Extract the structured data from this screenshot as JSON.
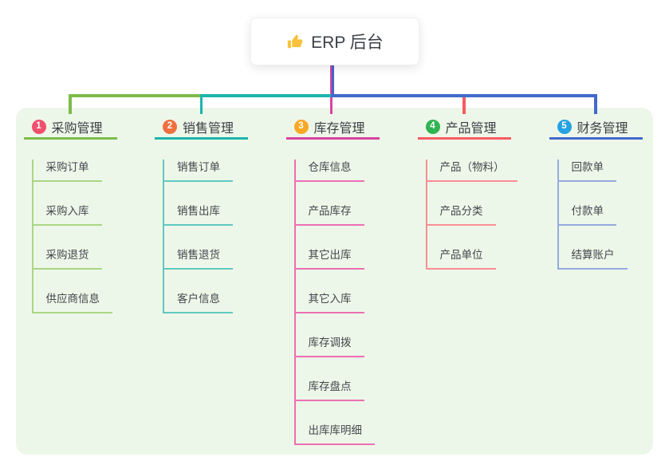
{
  "root": {
    "label": "ERP 后台",
    "icon": "thumbs-up-icon"
  },
  "branches": [
    {
      "num": "1",
      "label": "采购管理",
      "badge_color": "#F0506E",
      "line_color": "#7DBC4B",
      "child_line_color": "#A9D684",
      "children": [
        "采购订单",
        "采购入库",
        "采购退货",
        "供应商信息"
      ]
    },
    {
      "num": "2",
      "label": "销售管理",
      "badge_color": "#F07040",
      "line_color": "#1CB5AC",
      "child_line_color": "#5FC8C0",
      "children": [
        "销售订单",
        "销售出库",
        "销售退货",
        "客户信息"
      ]
    },
    {
      "num": "3",
      "label": "库存管理",
      "badge_color": "#F9A826",
      "line_color": "#D944A1",
      "child_line_color": "#EC6FB2",
      "children": [
        "仓库信息",
        "产品库存",
        "其它出库",
        "其它入库",
        "库存调拨",
        "库存盘点",
        "出库库明细"
      ]
    },
    {
      "num": "4",
      "label": "产品管理",
      "badge_color": "#30B353",
      "line_color": "#F85A60",
      "child_line_color": "#F98E95",
      "children": [
        "产品（物料）",
        "产品分类",
        "产品单位"
      ]
    },
    {
      "num": "5",
      "label": "财务管理",
      "badge_color": "#25A2E1",
      "line_color": "#4269CB",
      "child_line_color": "#95AADF",
      "children": [
        "回款单",
        "付款单",
        "结算账户"
      ]
    }
  ],
  "colors": {
    "panel_background": "#EDF7E9",
    "root_connector": "#4C60C5",
    "root_icon": "#F9C23C",
    "card_background": "#FFFFFF"
  }
}
